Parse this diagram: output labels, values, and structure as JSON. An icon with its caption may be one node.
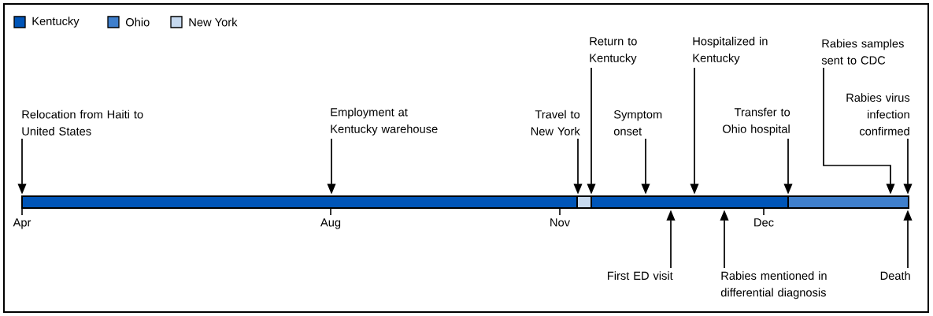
{
  "diagram": {
    "nodes": [
      {
        "text": [
          "Relocation from Haiti to United States"
        ]
      },
      {
        "text": [
          "Employment at Kentucky warehouse"
        ]
      },
      {
        "text": [
          "Travel to New York"
        ]
      },
      {
        "text": [
          "Return to Kentucky"
        ]
      },
      {
        "text": [
          "Symptom onset"
        ]
      },
      {
        "text": [
          "Hospitalized in Kentucky"
        ]
      },
      {
        "text": [
          "Transfer to Ohio hospital"
        ]
      },
      {
        "text": [
          "Rabies samples sent to CDC"
        ]
      },
      {
        "text": [
          "Rabies virus infection confirmed"
        ]
      },
      {
        "text": [],
        "shape": "bar"
      },
      {
        "text": [],
        "shape": "bar"
      },
      {
        "text": [],
        "shape": "bar"
      },
      {
        "text": [],
        "shape": "bar"
      },
      {
        "text": [
          "First ED visit"
        ]
      },
      {
        "text": [
          "Rabies mentioned in differential diagnosis"
        ]
      },
      {
        "text": [
          "Death"
        ]
      }
    ],
    "edges": [
      {
        "from": 0,
        "to": 9,
        "arrow": "to"
      },
      {
        "from": 1,
        "to": 9,
        "arrow": "to"
      },
      {
        "from": 2,
        "to": 10,
        "arrow": "to"
      },
      {
        "from": 3,
        "to": 11,
        "arrow": "to"
      },
      {
        "from": 4,
        "to": 11,
        "arrow": "to"
      },
      {
        "from": 5,
        "to": 11,
        "arrow": "to"
      },
      {
        "from": 6,
        "to": 12,
        "arrow": "to"
      },
      {
        "from": 7,
        "to": 12,
        "arrow": "to"
      },
      {
        "from": 8,
        "to": 12,
        "arrow": "to"
      },
      {
        "from": 13,
        "to": 11,
        "arrow": "to"
      },
      {
        "from": 14,
        "to": 11,
        "arrow": "to"
      },
      {
        "from": 15,
        "to": 12,
        "arrow": "to"
      }
    ],
    "labels": [
      "Apr",
      "Aug",
      "Nov",
      "Dec"
    ],
    "legend": [
      {
        "text": "Kentucky",
        "color": "#0055b8"
      },
      {
        "text": "Ohio",
        "color": "#3f7fcc"
      },
      {
        "text": "New York",
        "color": "#c6d9ef"
      }
    ]
  }
}
